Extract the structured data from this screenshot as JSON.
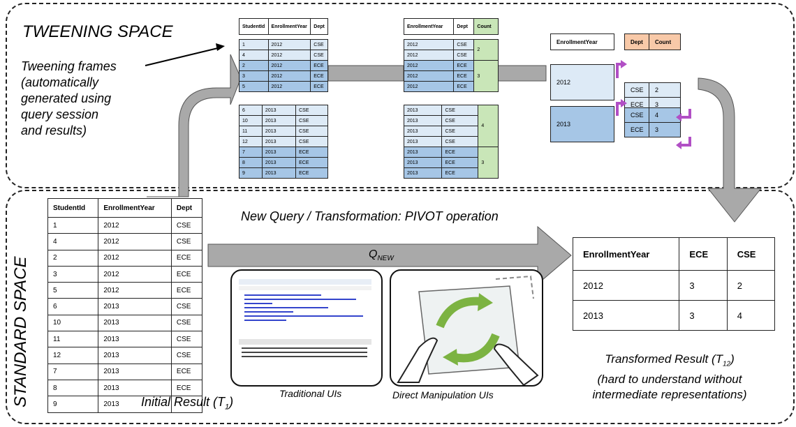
{
  "tweening": {
    "title": "TWEENING SPACE",
    "caption_lines": [
      "Tweening frames",
      "(automatically",
      "generated using",
      "query session",
      "and results)"
    ]
  },
  "standard": {
    "title": "STANDARD SPACE",
    "query_label": "New Query / Transformation: PIVOT operation",
    "q_new_main": "Q",
    "q_new_sub": "NEW"
  },
  "frame1": {
    "headers": [
      "StudentId",
      "EnrollmentYear",
      "Dept"
    ],
    "group2012": [
      [
        "1",
        "2012",
        "CSE"
      ],
      [
        "4",
        "2012",
        "CSE"
      ],
      [
        "2",
        "2012",
        "ECE"
      ],
      [
        "3",
        "2012",
        "ECE"
      ],
      [
        "5",
        "2012",
        "ECE"
      ]
    ],
    "group2013": [
      [
        "6",
        "2013",
        "CSE"
      ],
      [
        "10",
        "2013",
        "CSE"
      ],
      [
        "11",
        "2013",
        "CSE"
      ],
      [
        "12",
        "2013",
        "CSE"
      ],
      [
        "7",
        "2013",
        "ECE"
      ],
      [
        "8",
        "2013",
        "ECE"
      ],
      [
        "9",
        "2013",
        "ECE"
      ]
    ]
  },
  "frame2": {
    "headers": [
      "EnrollmentYear",
      "Dept",
      "Count"
    ],
    "group2012": [
      [
        "2012",
        "CSE"
      ],
      [
        "2012",
        "CSE"
      ],
      [
        "2012",
        "ECE"
      ],
      [
        "2012",
        "ECE"
      ],
      [
        "2012",
        "ECE"
      ]
    ],
    "counts2012": [
      "2",
      "3"
    ],
    "group2013": [
      [
        "2013",
        "CSE"
      ],
      [
        "2013",
        "CSE"
      ],
      [
        "2013",
        "CSE"
      ],
      [
        "2013",
        "CSE"
      ],
      [
        "2013",
        "ECE"
      ],
      [
        "2013",
        "ECE"
      ],
      [
        "2013",
        "ECE"
      ]
    ],
    "counts2013": [
      "4",
      "3"
    ]
  },
  "frame3": {
    "header_year": "EnrollmentYear",
    "header_dept": "Dept",
    "header_count": "Count",
    "year1": "2012",
    "year2": "2013",
    "rows2012": [
      [
        "CSE",
        "2"
      ],
      [
        "ECE",
        "3"
      ]
    ],
    "rows2013": [
      [
        "CSE",
        "4"
      ],
      [
        "ECE",
        "3"
      ]
    ],
    "colors": {
      "header": "#f8c9a8",
      "light": "#ddeaf6",
      "dark": "#a6c6e6",
      "arrow": "#b14fc5"
    }
  },
  "initial": {
    "headers": [
      "StudentId",
      "EnrollmentYear",
      "Dept"
    ],
    "rows": [
      [
        "1",
        "2012",
        "CSE"
      ],
      [
        "4",
        "2012",
        "CSE"
      ],
      [
        "2",
        "2012",
        "ECE"
      ],
      [
        "3",
        "2012",
        "ECE"
      ],
      [
        "5",
        "2012",
        "ECE"
      ],
      [
        "6",
        "2013",
        "CSE"
      ],
      [
        "10",
        "2013",
        "CSE"
      ],
      [
        "11",
        "2013",
        "CSE"
      ],
      [
        "12",
        "2013",
        "CSE"
      ],
      [
        "7",
        "2013",
        "ECE"
      ],
      [
        "8",
        "2013",
        "ECE"
      ],
      [
        "9",
        "2013",
        ""
      ]
    ],
    "label_main": "Initial Result (T",
    "label_sub": "1",
    "label_end": ")"
  },
  "result": {
    "headers": [
      "EnrollmentYear",
      "ECE",
      "CSE"
    ],
    "rows": [
      [
        "2012",
        "3",
        "2"
      ],
      [
        "2013",
        "3",
        "4"
      ]
    ],
    "caption_main": "Transformed Result (T",
    "caption_sub": "12",
    "caption_end": ")",
    "caption_line2": "(hard to understand without",
    "caption_line3": "intermediate representations)"
  },
  "uis": {
    "traditional": "Traditional UIs",
    "direct": "Direct Manipulation UIs"
  }
}
